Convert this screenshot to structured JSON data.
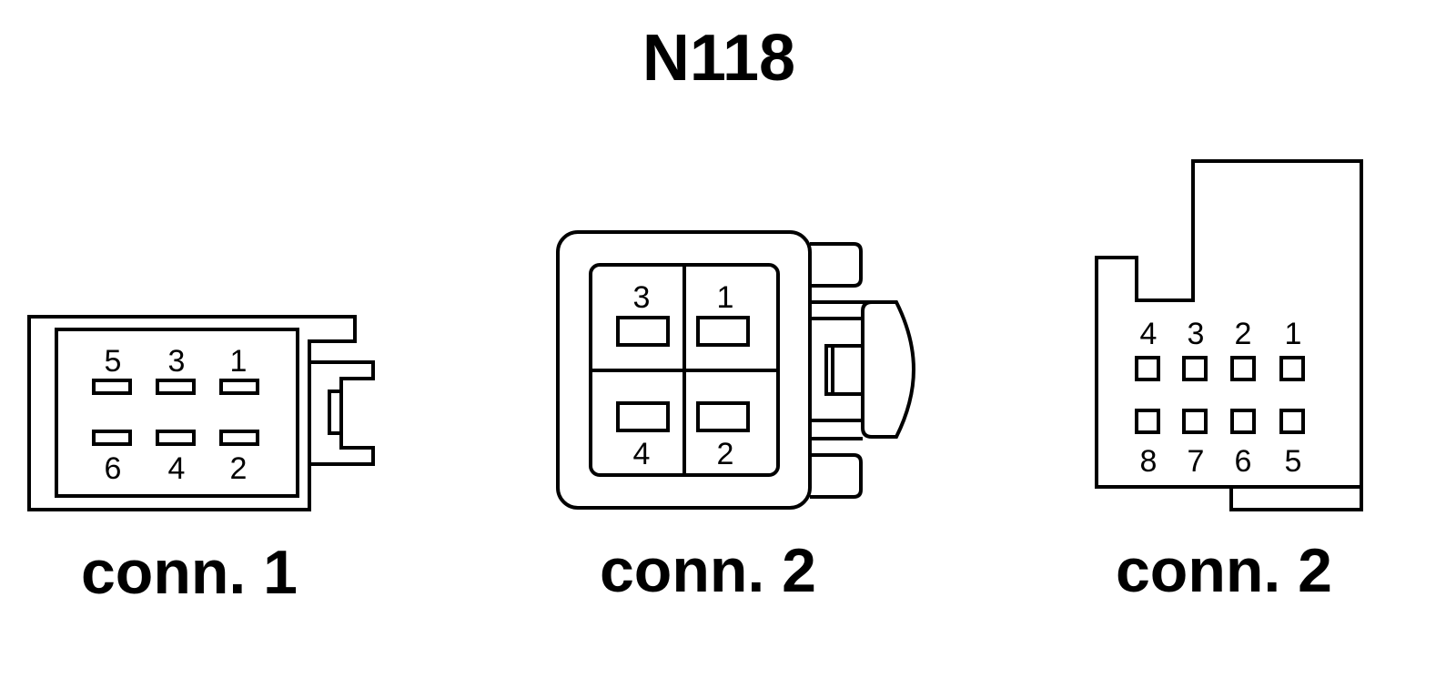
{
  "title": "N118",
  "connectors": [
    {
      "caption": "conn. 1",
      "pins": [
        "1",
        "2",
        "3",
        "4",
        "5",
        "6"
      ]
    },
    {
      "caption": "conn. 2",
      "pins": [
        "1",
        "2",
        "3",
        "4"
      ]
    },
    {
      "caption": "conn. 2",
      "pins": [
        "1",
        "2",
        "3",
        "4",
        "5",
        "6",
        "7",
        "8"
      ]
    }
  ],
  "colors": {
    "line": "#000000",
    "background": "#ffffff"
  }
}
